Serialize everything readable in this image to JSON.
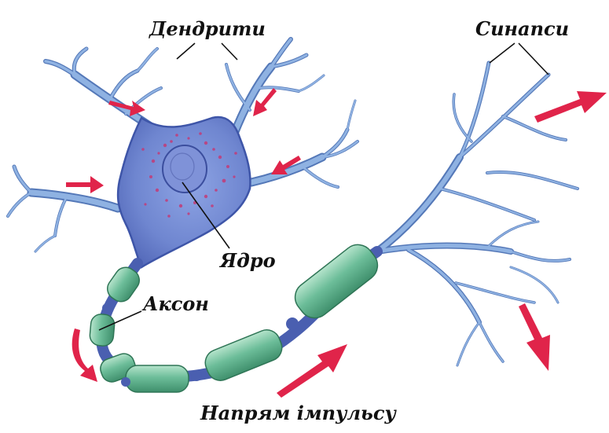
{
  "labels": {
    "dendrites": "Дендрити",
    "synapses": "Синапси",
    "nucleus": "Ядро",
    "axon": "Аксон",
    "impulse_direction": "Напрям імпульсу"
  },
  "colors": {
    "neuron_body": "#6f86d0",
    "neuron_outline": "#3e55a8",
    "dendrite": "#7fa3d8",
    "dendrite_outline": "#5478b8",
    "myelin": "#5fb38f",
    "myelin_light": "#9bd6b8",
    "node": "#4a5fb0",
    "nucleus_dots": "#c23b78",
    "arrow": "#e0244a",
    "background": "#ffffff"
  }
}
